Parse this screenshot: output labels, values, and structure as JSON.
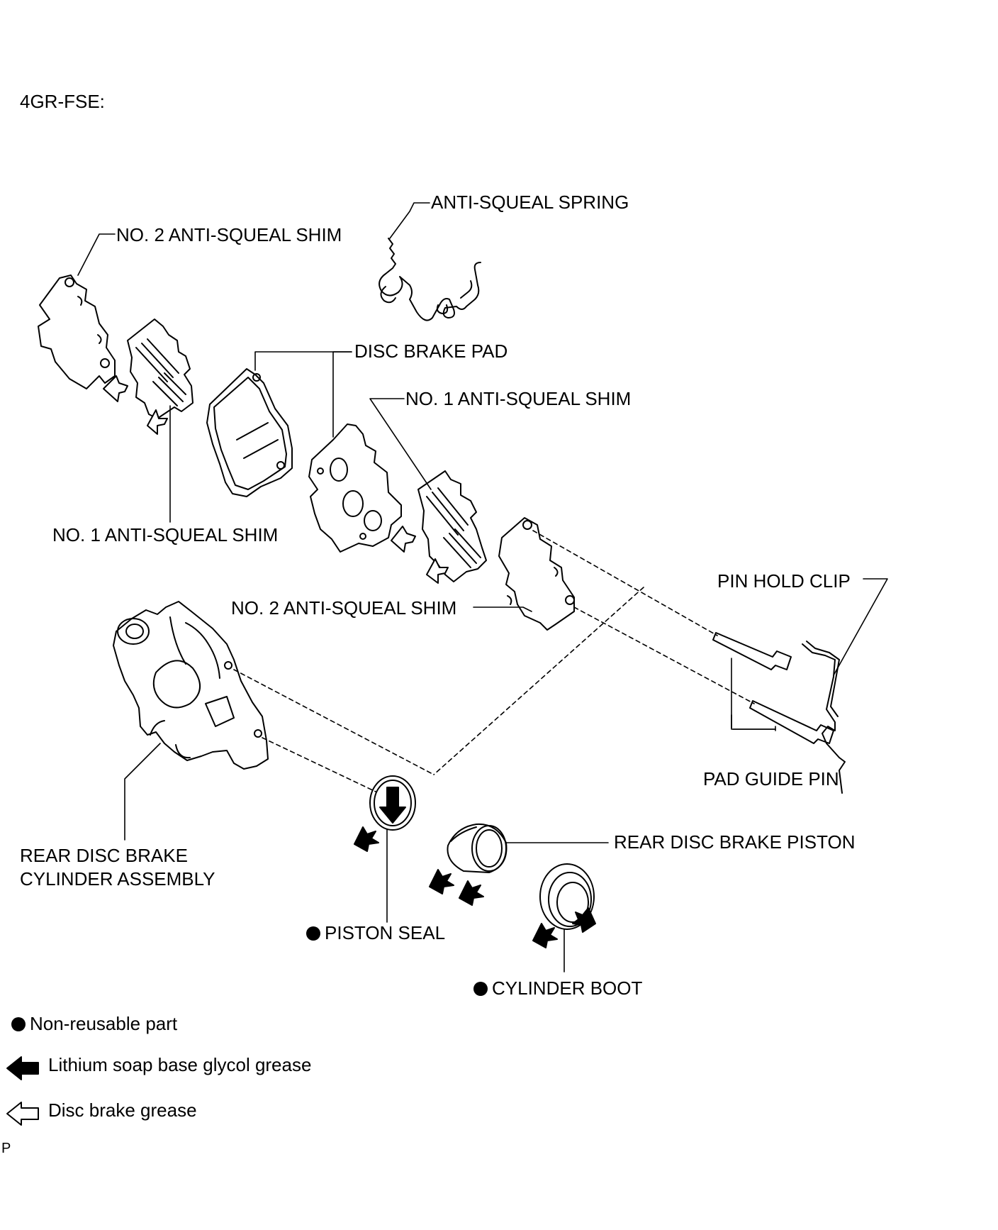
{
  "header": {
    "variant": "4GR-FSE:"
  },
  "labels": {
    "anti_squeal_spring": "ANTI-SQUEAL SPRING",
    "no2_shim_top": "NO. 2 ANTI-SQUEAL SHIM",
    "disc_brake_pad": "DISC BRAKE PAD",
    "no1_shim_right": "NO. 1 ANTI-SQUEAL SHIM",
    "no1_shim_left": "NO. 1 ANTI-SQUEAL SHIM",
    "pin_hold_clip": "PIN HOLD CLIP",
    "no2_shim_mid": "NO. 2 ANTI-SQUEAL SHIM",
    "pad_guide_pin": "PAD GUIDE PIN",
    "cylinder_assembly_line1": "REAR DISC BRAKE",
    "cylinder_assembly_line2": "CYLINDER ASSEMBLY",
    "rear_disc_brake_piston": "REAR DISC BRAKE PISTON",
    "piston_seal": "PISTON SEAL",
    "cylinder_boot": "CYLINDER BOOT"
  },
  "legend": {
    "non_reusable": "Non-reusable part",
    "lithium_grease": "Lithium soap base glycol grease",
    "disc_brake_grease": "Disc brake grease"
  },
  "footer": {
    "code": "P"
  }
}
